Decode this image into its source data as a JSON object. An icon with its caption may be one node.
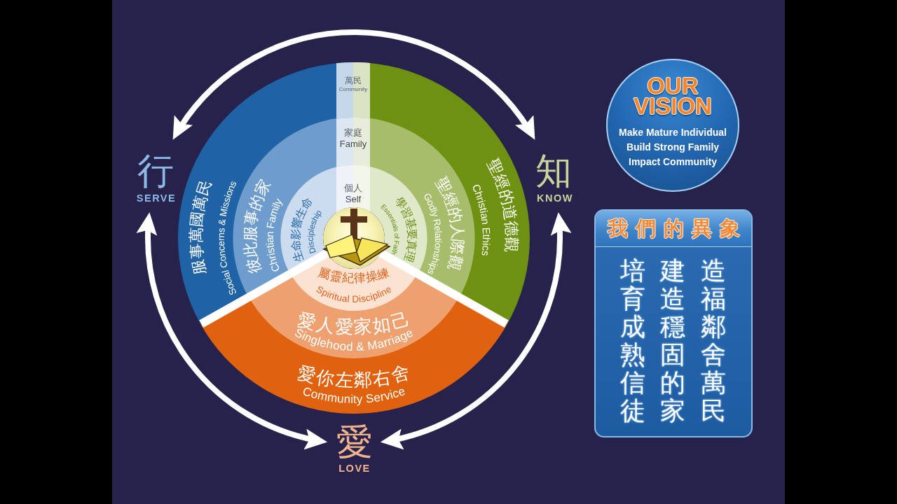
{
  "diagram": {
    "nodes": [
      {
        "text": [
          "服事萬國萬民",
          "Social Concerns & Missions"
        ]
      },
      {
        "text": [
          "彼此服事的家",
          "Christian Family"
        ]
      },
      {
        "text": [
          "生命影響生命",
          "Discipleship"
        ]
      },
      {
        "text": [
          "萬民",
          "Community"
        ]
      },
      {
        "text": [
          "家庭",
          "Family"
        ]
      },
      {
        "text": [
          "個人",
          "Self"
        ]
      },
      {
        "text": [
          "聖經的道德觀",
          "Christian Ethics"
        ]
      },
      {
        "text": [
          "聖經的人際觀",
          "Godly Relationships"
        ]
      },
      {
        "text": [
          "學習基要真理",
          "Essentials of Faith"
        ]
      },
      {
        "text": [
          "屬靈紀律操練",
          "Spiritual Discipline"
        ]
      },
      {
        "text": [
          "愛人愛家如己",
          "Singlehood & Marriage"
        ]
      },
      {
        "text": [
          "愛你左鄰右舍",
          "Community Service"
        ]
      },
      {
        "text": [
          "行",
          "SERVE"
        ]
      },
      {
        "text": [
          "知",
          "KNOW"
        ]
      },
      {
        "text": [
          "愛",
          "LOVE"
        ]
      },
      {
        "text": [
          "OUR VISION",
          "Make Mature Individual",
          "Build Strong Family",
          "Impact Community"
        ]
      },
      {
        "text": [
          "我們的異象",
          "培育成熟信徒",
          "建造穩固的家",
          "造福鄰舍萬民"
        ]
      }
    ],
    "edges": [
      {
        "from": 12,
        "to": 13,
        "arrow": "both"
      },
      {
        "from": 12,
        "to": 14,
        "arrow": "both"
      },
      {
        "from": 13,
        "to": 14,
        "arrow": "both"
      }
    ]
  }
}
